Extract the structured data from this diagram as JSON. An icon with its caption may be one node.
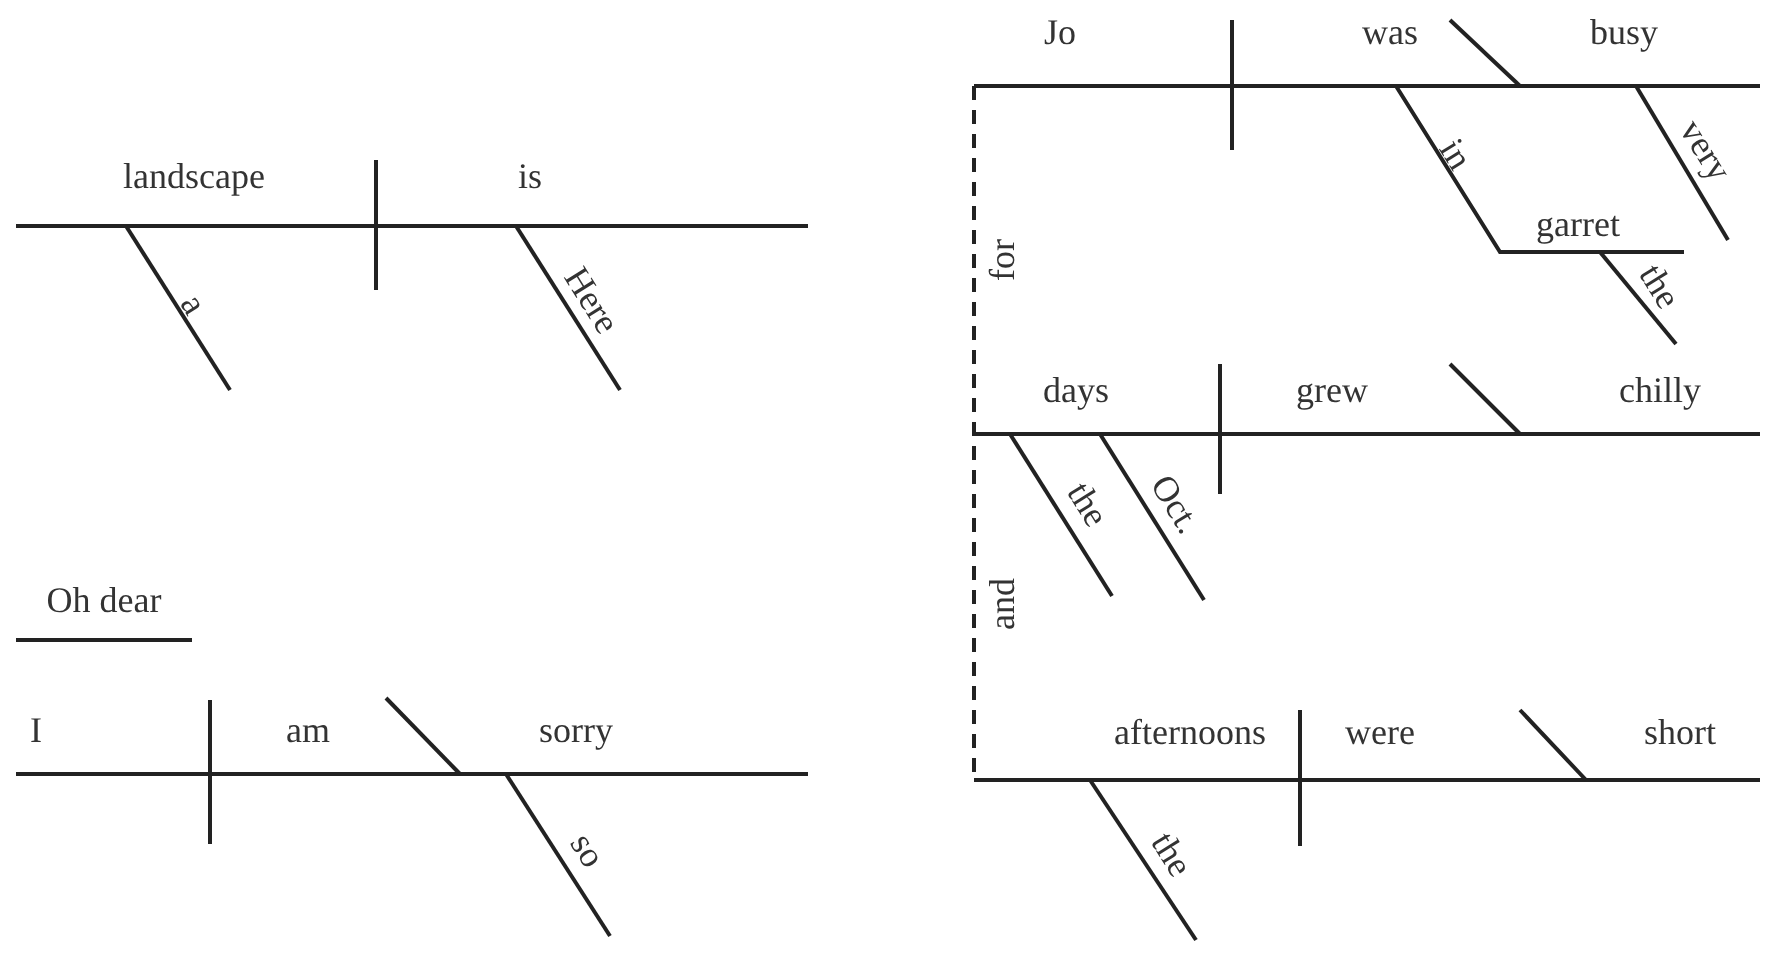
{
  "diagram": {
    "labels": [
      "landscape",
      "is",
      "a",
      "Here",
      "Oh dear",
      "I",
      "am",
      "sorry",
      "so",
      "Jo",
      "was",
      "busy",
      "in",
      "very",
      "garret",
      "the",
      "for",
      "days",
      "grew",
      "chilly",
      "the",
      "Oct.",
      "and",
      "afternoons",
      "were",
      "short",
      "the"
    ]
  }
}
